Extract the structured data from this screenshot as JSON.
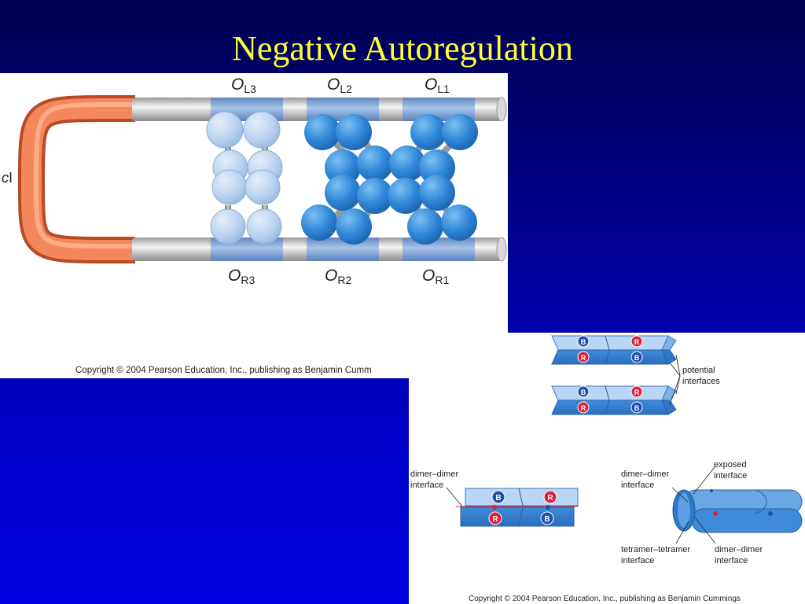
{
  "slide": {
    "title": "Negative Autoregulation"
  },
  "loop_figure": {
    "gene_label_italic": "c",
    "gene_label_suffix": "I",
    "top_operators": [
      {
        "base": "O",
        "sub": "L3"
      },
      {
        "base": "O",
        "sub": "L2"
      },
      {
        "base": "O",
        "sub": "L1"
      }
    ],
    "bottom_operators": [
      {
        "base": "O",
        "sub": "R3"
      },
      {
        "base": "O",
        "sub": "R2"
      },
      {
        "base": "O",
        "sub": "R1"
      }
    ],
    "copyright": "Copyright © 2004 Pearson Education, Inc., publishing as Benjamin Cumm"
  },
  "interface_figure": {
    "potential_label": [
      "potential",
      "interfaces"
    ],
    "dimer_dimer_left": [
      "dimer–dimer",
      "interface"
    ],
    "dimer_dimer_right_top": [
      "dimer–dimer",
      "interface"
    ],
    "exposed": [
      "exposed",
      "interface"
    ],
    "tetramer": [
      "tetramer–tetramer",
      "interface"
    ],
    "dimer_dimer_right_bottom": [
      "dimer–dimer",
      "interface"
    ],
    "site_b": "B",
    "site_r": "R",
    "copyright": "Copyright © 2004 Pearson Education, Inc., publishing as Benjamin Cummings"
  },
  "colors": {
    "title": "#ffff33",
    "loop_dna": "#f07a50",
    "operator_blue": "#7fa6d8",
    "protein_dark": "#2f86d6",
    "protein_light": "#b9d2ef",
    "site_b": "#1f4fb0",
    "site_r": "#e0203a"
  }
}
